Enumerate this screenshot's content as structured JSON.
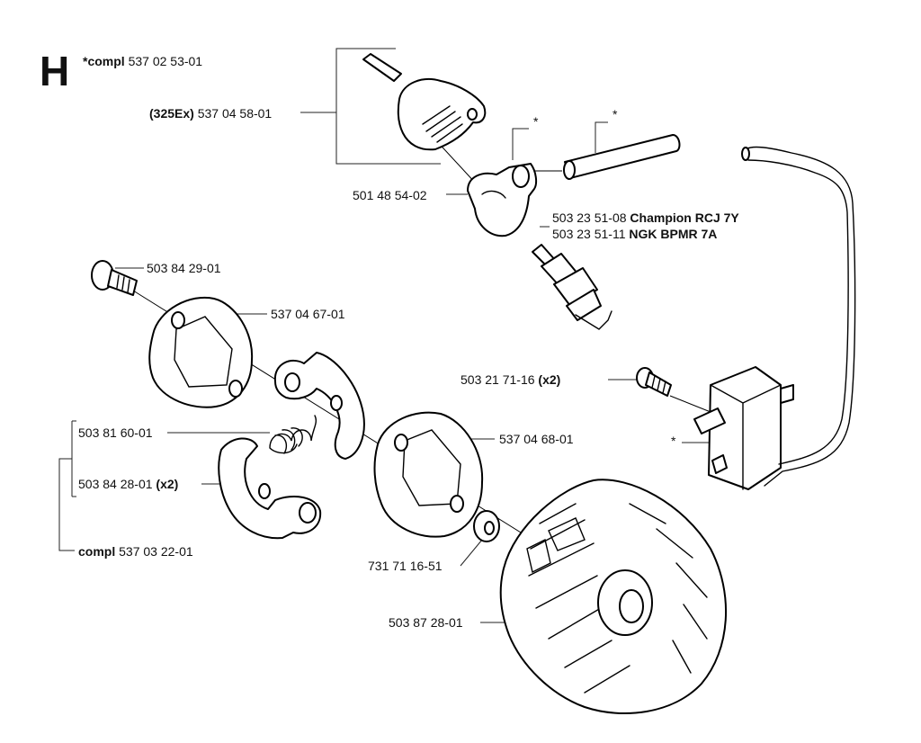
{
  "section": "H",
  "labels": {
    "compl_top_prefix": "*compl",
    "compl_top_num": "537 02 53-01",
    "cover_prefix": "(325Ex)",
    "cover_num": "537 04 58-01",
    "cap_num": "501 48 54-02",
    "star_1": "*",
    "star_2": "*",
    "star_3": "*",
    "plug_1_num": "503 23 51-08",
    "plug_1_name": "Champion RCJ 7Y",
    "plug_2_num": "503 23 51-11",
    "plug_2_name": "NGK BPMR 7A",
    "bolt_num": "503 84 29-01",
    "plate_1_num": "537 04 67-01",
    "screw_num": "503 21 71-16",
    "screw_qty": "(x2)",
    "spring_num": "503 81 60-01",
    "plate_2_num": "537 04 68-01",
    "shoe_num": "503 84 28-01",
    "shoe_qty": "(x2)",
    "compl_bottom_prefix": "compl",
    "compl_bottom_num": "537 03 22-01",
    "washer_num": "731 71 16-51",
    "flywheel_num": "503 87 28-01"
  }
}
